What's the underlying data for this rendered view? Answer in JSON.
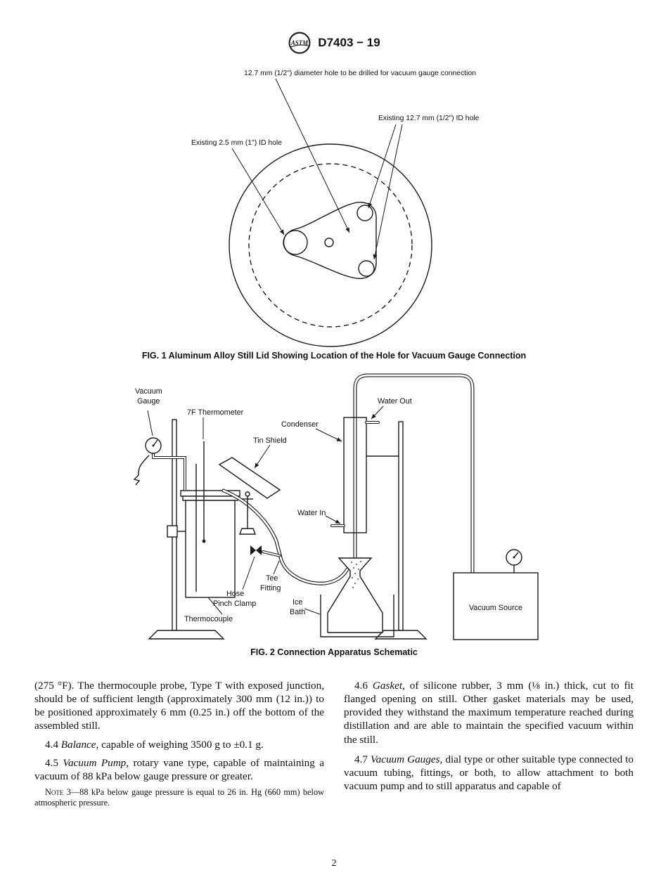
{
  "header": {
    "logo_text": "ASTM",
    "designation": "D7403 − 19"
  },
  "fig1": {
    "caption": "FIG. 1 Aluminum Alloy Still Lid Showing Location of the Hole for Vacuum Gauge Connection",
    "label_drill_hole": "12.7 mm (1/2\") diameter hole to be drilled for vacuum gauge connection",
    "label_existing_large": "Existing 12.7 mm (1/2\") ID hole",
    "label_existing_small": "Existing 2.5 mm (1\") ID hole"
  },
  "fig2": {
    "caption": "FIG. 2 Connection Apparatus Schematic",
    "labels": {
      "vacuum_gauge_line1": "Vacuum",
      "vacuum_gauge_line2": "Gauge",
      "thermometer": "7F Thermometer",
      "condenser": "Condenser",
      "tin_shield": "Tin Shield",
      "water_out": "Water Out",
      "water_in": "Water In",
      "hose_clamp_line1": "Hose",
      "hose_clamp_line2": "Pinch Clamp",
      "tee_line1": "Tee",
      "tee_line2": "Fitting",
      "ice_line1": "Ice",
      "ice_line2": "Bath",
      "thermocouple": "Thermocouple",
      "vacuum_source": "Vacuum Source"
    }
  },
  "body": {
    "left": {
      "p_cont": "(275 °F). The thermocouple probe, Type T with exposed junction, should be of sufficient length (approximately 300 mm (12 in.)) to be positioned approximately 6 mm (0.25 in.) off the bottom of the assembled still.",
      "p44_num": "4.4 ",
      "p44_term": "Balance,",
      "p44_rest": " capable of weighing 3500 g to ±0.1 g.",
      "p45_num": "4.5 ",
      "p45_term": "Vacuum Pump,",
      "p45_rest": " rotary vane type, capable of maintaining a vacuum of 88 kPa below gauge pressure or greater.",
      "note_label": "Note 3",
      "note_rest": "—88 kPa below gauge pressure is equal to 26 in. Hg (660 mm) below atmospheric pressure."
    },
    "right": {
      "p46_num": "4.6 ",
      "p46_term": "Gasket,",
      "p46_rest": " of silicone rubber, 3 mm (⅛ in.) thick, cut to fit flanged opening on still. Other gasket materials may be used, provided they withstand the maximum temperature reached during distillation and are able to maintain the specified vacuum within the still.",
      "p47_num": "4.7 ",
      "p47_term": "Vacuum Gauges,",
      "p47_rest": " dial type or other suitable type connected to vacuum tubing, fittings, or both, to allow attachment to both vacuum pump and to still apparatus and capable of"
    }
  },
  "footer": {
    "page_number": "2"
  }
}
